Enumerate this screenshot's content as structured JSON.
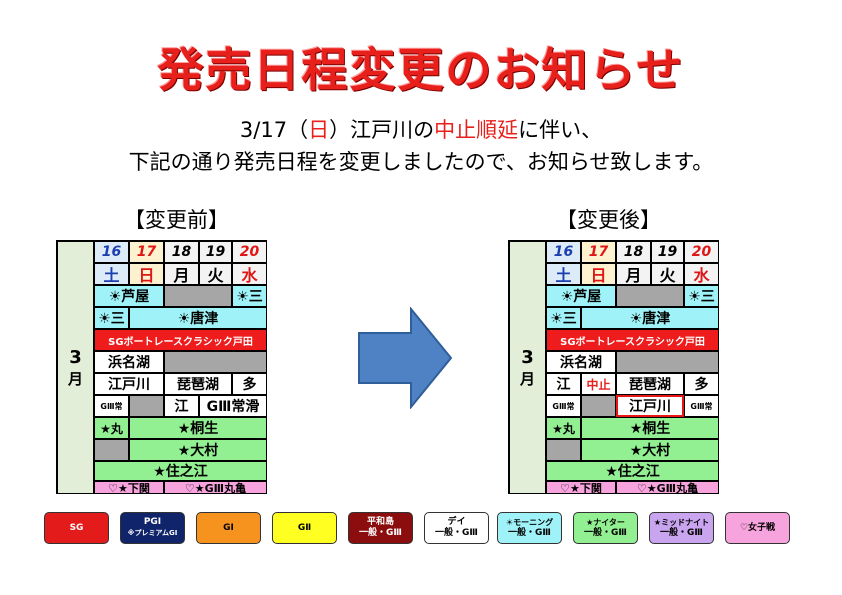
{
  "title": "発売日程変更のお知らせ",
  "notice": {
    "date_prefix": "3/17（",
    "date_day": "日",
    "date_suffix": "）江戸川の",
    "status": "中止順延",
    "after": "に伴い、",
    "line2": "下記の通り発売日程を変更しましたので、お知らせ致します。"
  },
  "before": {
    "heading": "【変更前】"
  },
  "after": {
    "heading": "【変更後】"
  },
  "month": {
    "num": "3",
    "unit": "月"
  },
  "days": [
    {
      "date": "16",
      "weekday": "土"
    },
    {
      "date": "17",
      "weekday": "日"
    },
    {
      "date": "18",
      "weekday": "月"
    },
    {
      "date": "19",
      "weekday": "火"
    },
    {
      "date": "20",
      "weekday": "水"
    }
  ],
  "rows": {
    "ashiya": "☀芦屋",
    "sun_sanku": "☀三",
    "karatsu": "☀唐津",
    "sg_toda": "SGボートレースクラシック戸田",
    "hamanako": "浜名湖",
    "edogawa": "江戸川",
    "biwako": "琵琶湖",
    "tama": "多",
    "g3_small": "GⅢ常",
    "e_char": "江",
    "g3_tokoname": "GⅢ常滑",
    "marugame_short": "★丸",
    "kiryu": "★桐生",
    "omura": "★大村",
    "suminoe": "★住之江",
    "shimonoseki": "♡★下関",
    "g3_marugame": "♡★GⅢ丸亀",
    "cancel": "中止",
    "edogawa_moved": "江戸川"
  },
  "legend": [
    {
      "label": "SG"
    },
    {
      "label": "PGⅠ",
      "sub": "※プレミアムGⅠ"
    },
    {
      "label": "GⅠ"
    },
    {
      "label": "GⅡ"
    },
    {
      "label": "平和島",
      "sub": "一般・GⅢ"
    },
    {
      "label": "デイ",
      "sub": "一般・GⅢ"
    },
    {
      "label": "☀モーニング",
      "sub": "一般・GⅢ"
    },
    {
      "label": "★ナイター",
      "sub": "一般・GⅢ"
    },
    {
      "label": "★ミッドナイト",
      "sub": "一般・GⅢ"
    },
    {
      "label": "♡女子戦"
    }
  ],
  "colors": {
    "title": "#e8201c",
    "sg": "#e31b1b",
    "pg1": "#10246b",
    "g1": "#f6931f",
    "g2": "#ffff22",
    "heiwajima": "#8b0d0d",
    "morning": "#9ff3f8",
    "night": "#92f092",
    "midnight": "#c8a5ee",
    "women": "#f7a3dd"
  }
}
